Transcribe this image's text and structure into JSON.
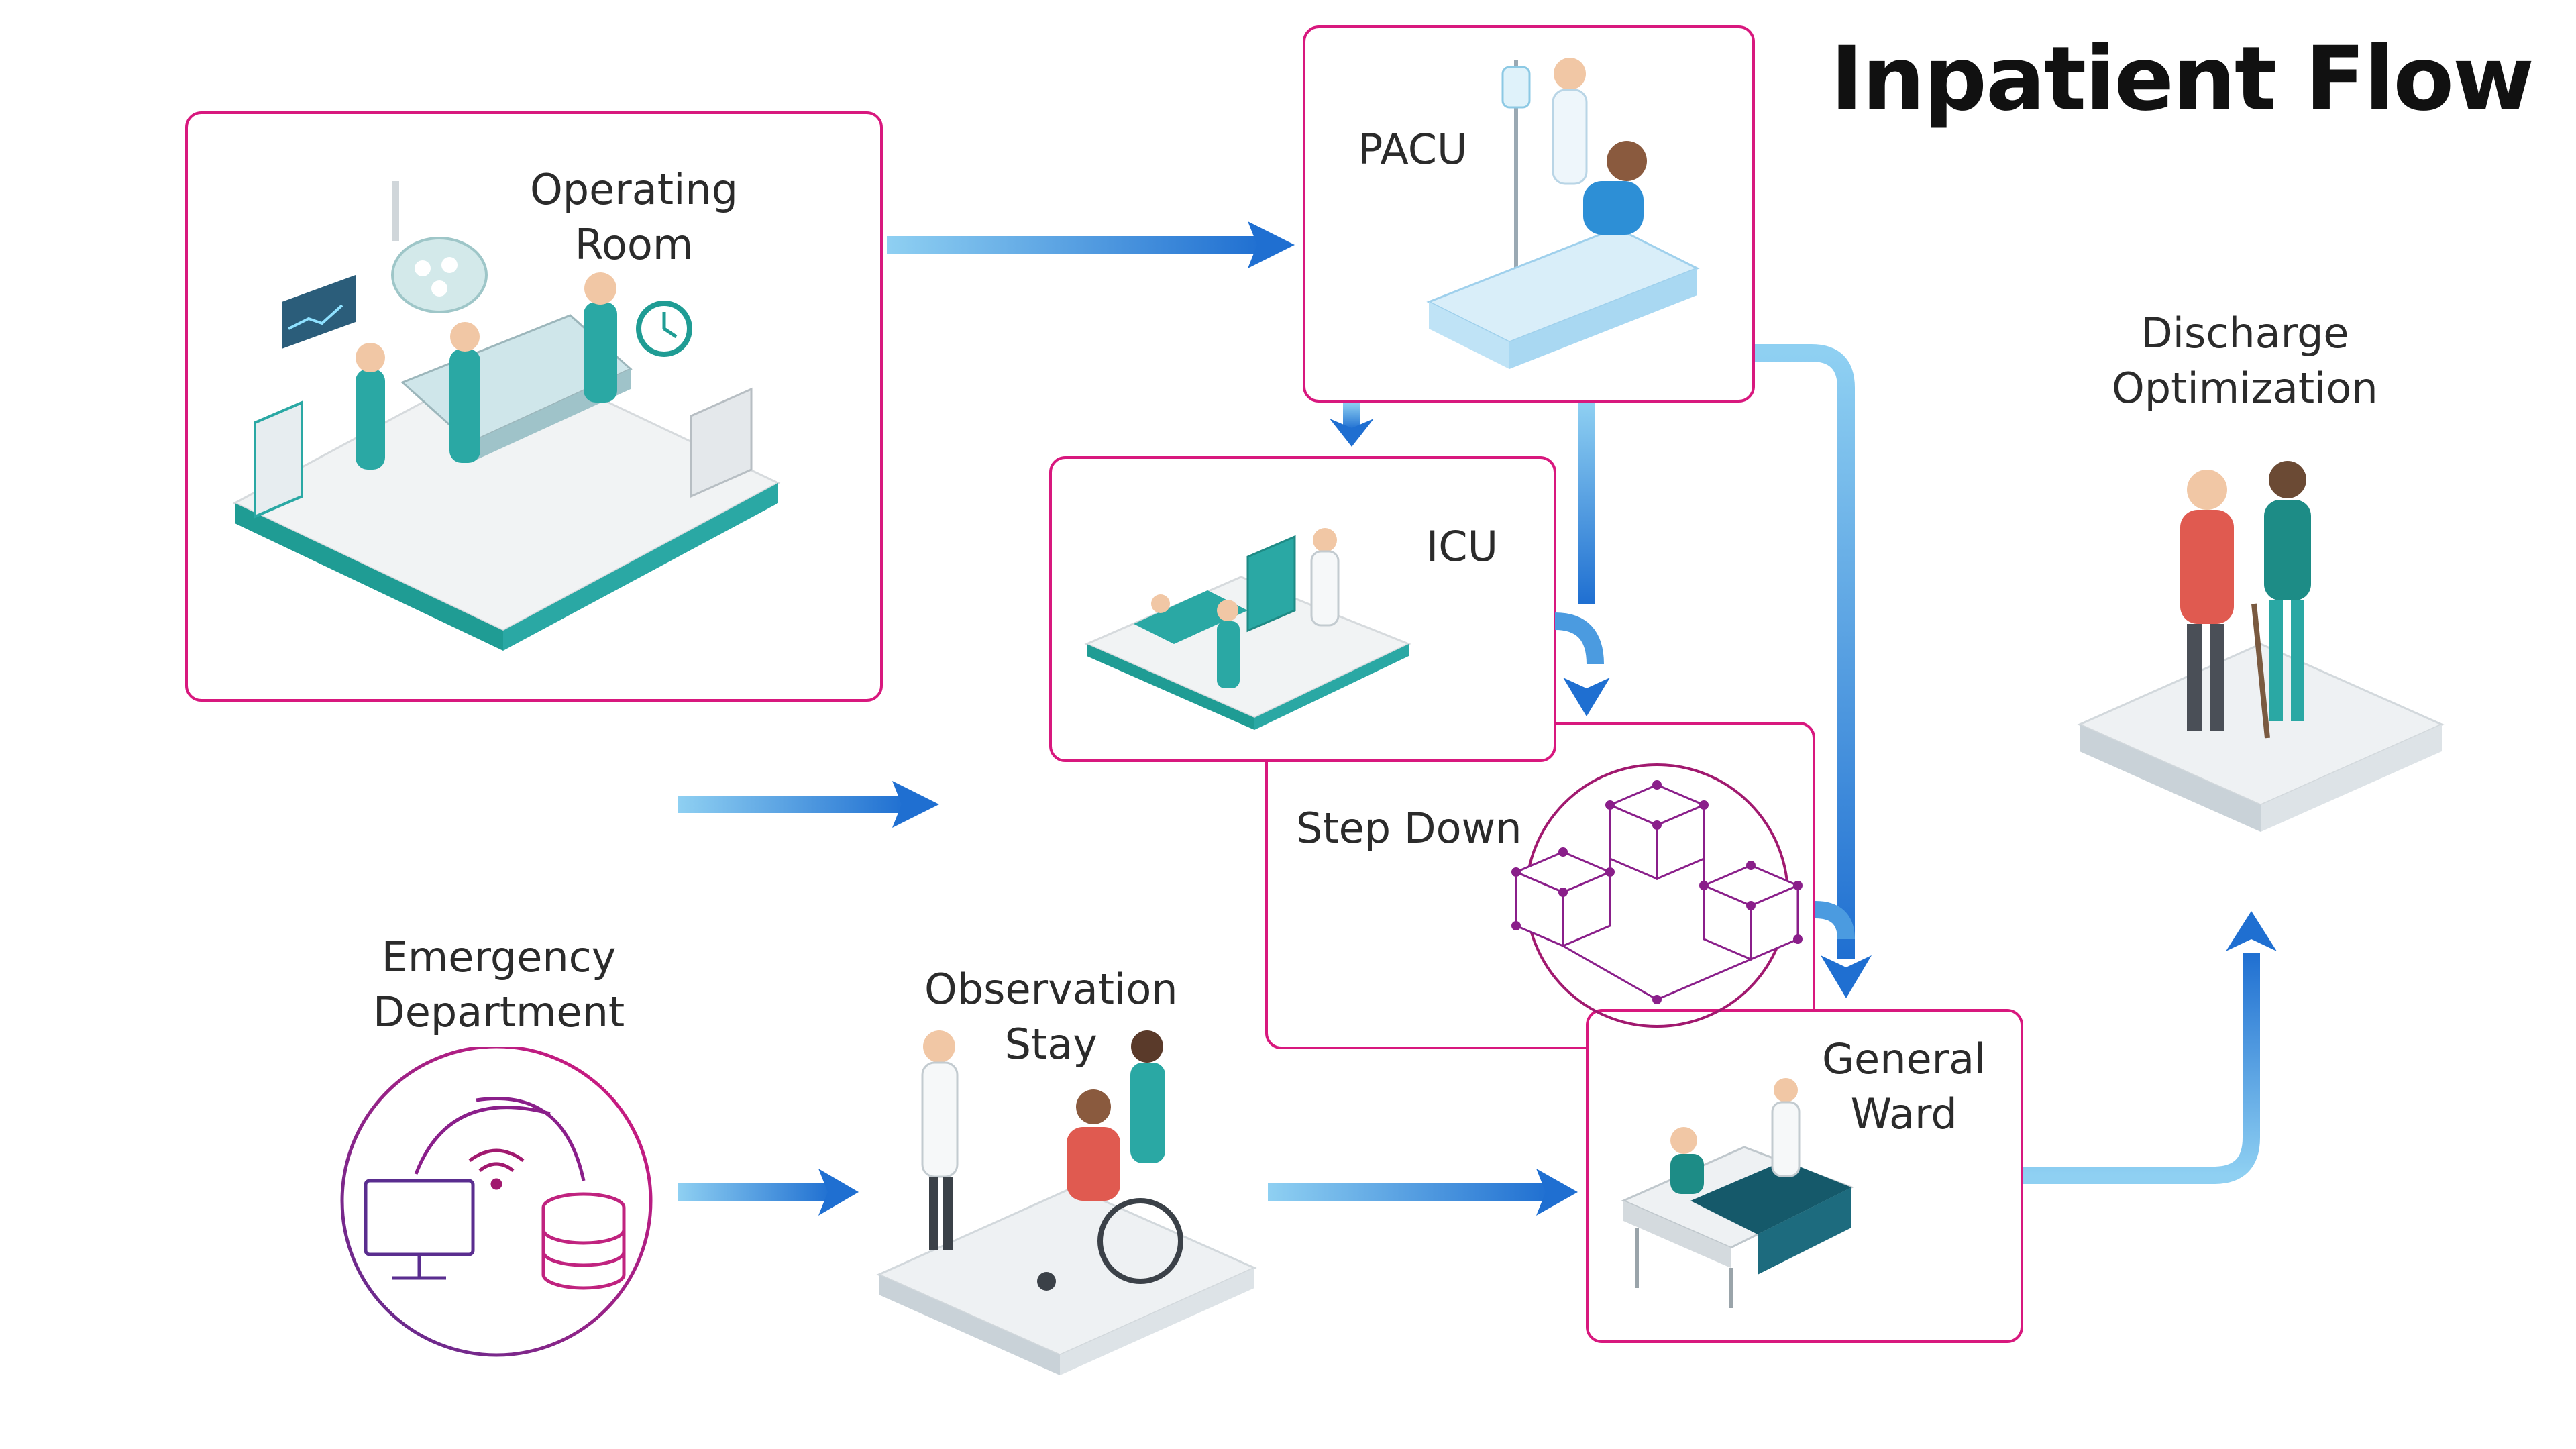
{
  "title": "Inpatient Flow",
  "nodes": {
    "operating_room": {
      "line1": "Operating",
      "line2": "Room"
    },
    "pacu": {
      "label": "PACU"
    },
    "icu": {
      "label": "ICU"
    },
    "step_down": {
      "label": "Step Down"
    },
    "general_ward": {
      "line1": "General",
      "line2": "Ward"
    },
    "emergency_department": {
      "line1": "Emergency",
      "line2": "Department"
    },
    "observation_stay": {
      "line1": "Observation",
      "line2": "Stay"
    },
    "discharge_optimization": {
      "line1": "Discharge",
      "line2": "Optimization"
    }
  },
  "colors": {
    "box_border": "#d8187e",
    "arrow_light": "#8fd0f2",
    "arrow_dark": "#1f6fd1",
    "teal": "#2aa8a4",
    "text": "#2b2b2b"
  }
}
